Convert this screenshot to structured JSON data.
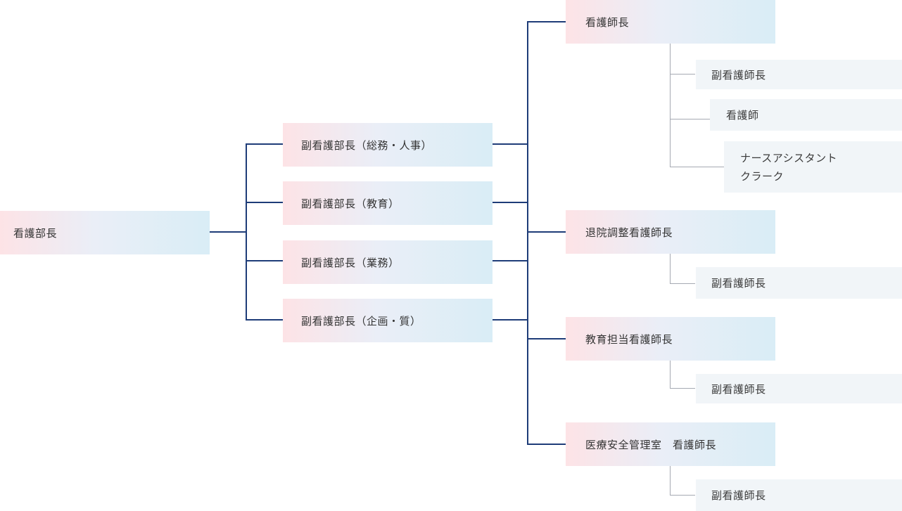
{
  "director": "看護部長",
  "deputy_directors": [
    "副看護部長（総務・人事）",
    "副看護部長（教育）",
    "副看護部長（業務）",
    "副看護部長（企画・質）"
  ],
  "head_nurses": [
    {
      "title": "看護師長",
      "subordinates": [
        "副看護師長",
        "看護師",
        [
          "ナースアシスタント",
          "クラーク"
        ]
      ]
    },
    {
      "title": "退院調整看護師長",
      "subordinates": [
        "副看護師長"
      ]
    },
    {
      "title": "教育担当看護師長",
      "subordinates": [
        "副看護師長"
      ]
    },
    {
      "title": "医療安全管理室　看護師長",
      "subordinates": [
        "副看護師長"
      ]
    }
  ]
}
